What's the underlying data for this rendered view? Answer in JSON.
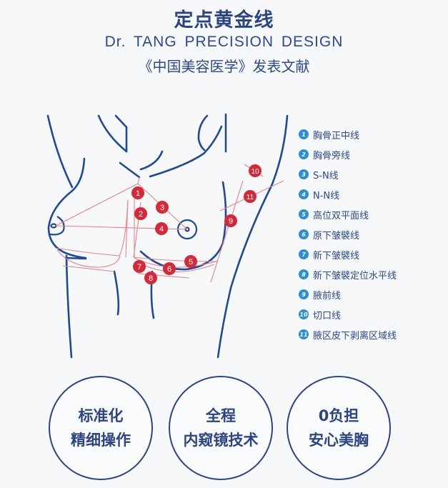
{
  "header": {
    "title": "定点黄金线",
    "subtitle_en": "Dr. TANG  PRECISION  DESIGN",
    "subtitle_cn": "《中国美容医学》发表文献"
  },
  "markers": [
    "1",
    "2",
    "3",
    "4",
    "5",
    "6",
    "7",
    "8",
    "9",
    "10",
    "11"
  ],
  "legend": [
    {
      "num": "1",
      "label": "胸骨正中线"
    },
    {
      "num": "2",
      "label": "胸骨旁线"
    },
    {
      "num": "3",
      "label": "S-N线"
    },
    {
      "num": "4",
      "label": "N-N线"
    },
    {
      "num": "5",
      "label": "高位双平面线"
    },
    {
      "num": "6",
      "label": "原下皱襞线"
    },
    {
      "num": "7",
      "label": "新下皱襞线"
    },
    {
      "num": "8",
      "label": "新下皱襞定位水平线"
    },
    {
      "num": "9",
      "label": "腋前线"
    },
    {
      "num": "10",
      "label": "切口线"
    },
    {
      "num": "11",
      "label": "腋区皮下剥离区域线"
    }
  ],
  "features": [
    {
      "line1": "标准化",
      "line2": "精细操作"
    },
    {
      "line1": "全程",
      "line2": "内窥镜技术"
    },
    {
      "line1": "0负担",
      "line2": "安心美胸"
    }
  ],
  "colors": {
    "outline": "#1f4a96",
    "guide": "#e8848a",
    "marker": "#d42a38",
    "legend_icon": "#2a8fd8"
  }
}
